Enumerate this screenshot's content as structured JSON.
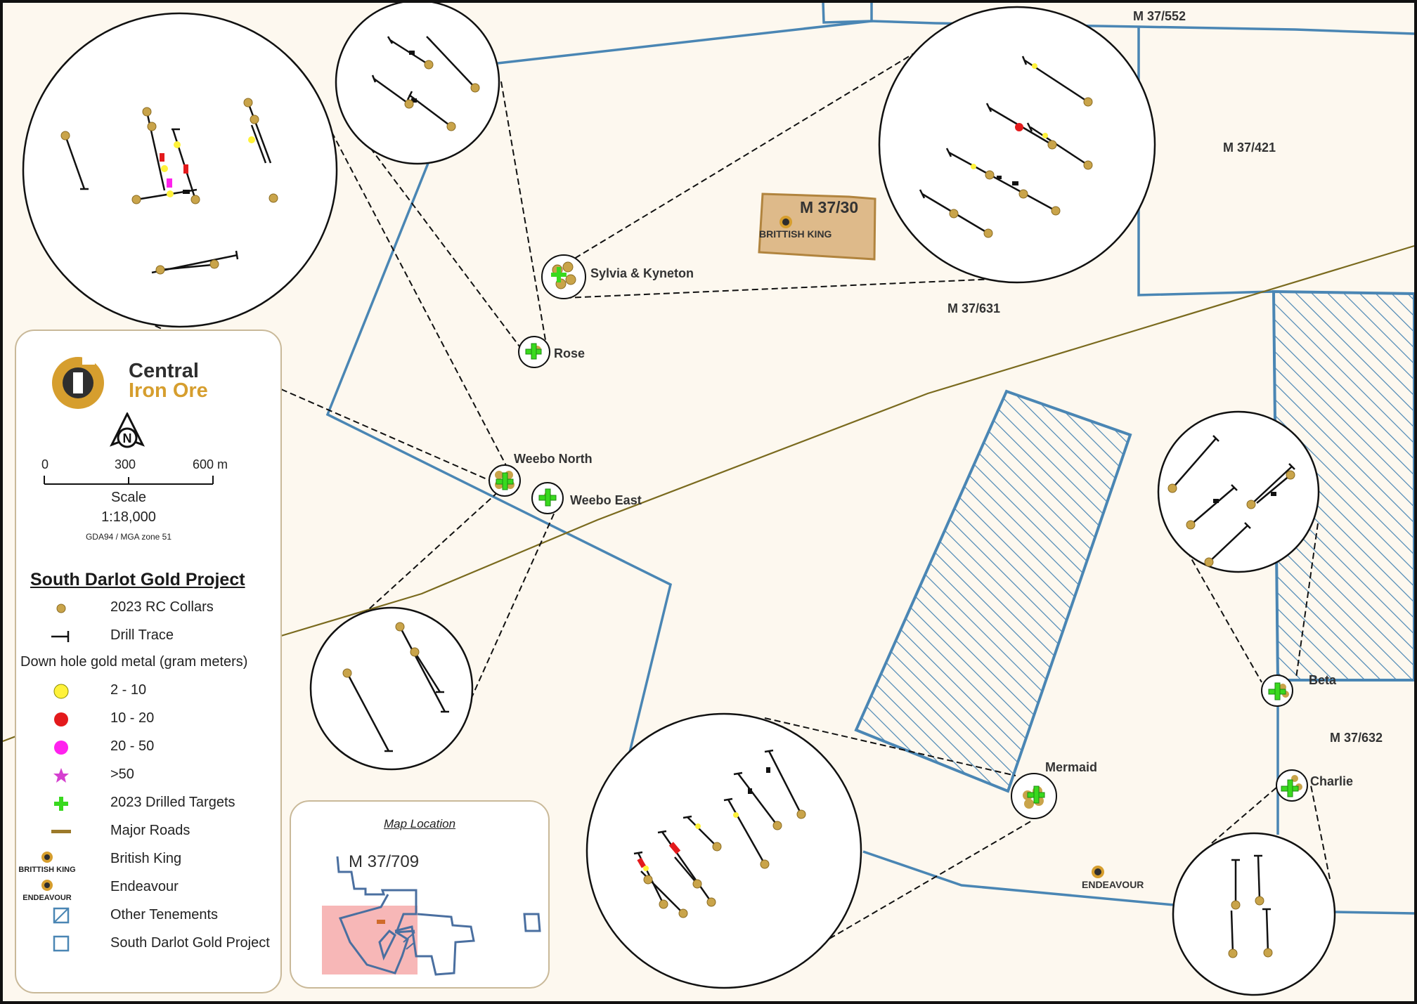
{
  "colors": {
    "background": "#fdf8ef",
    "tenement_line": "#4a86b4",
    "road": "#7a6a1e",
    "collar": "#c9a44a",
    "grade_2_10": "#fff23a",
    "grade_10_20": "#e31a1c",
    "grade_20_50": "#ff22ee",
    "grade_gt50": "#d53fd0",
    "target": "#39d91f",
    "british_king_fill": "#deba8a",
    "brand_orange": "#d69e2e",
    "inset_pink": "#f7b7b7"
  },
  "tenement_labels": {
    "m37_552": "M  37/552",
    "m37_421": "M  37/421",
    "m37_30": "M  37/30",
    "m37_631": "M  37/631",
    "m37_632": "M  37/632"
  },
  "sites": {
    "british_king": "BRITTISH KING",
    "sylvia_kyneton": "Sylvia & Kyneton",
    "rose": "Rose",
    "weebo_north": "Weebo North",
    "weebo_east": "Weebo East",
    "mermaid": "Mermaid",
    "beta": "Beta",
    "charlie": "Charlie",
    "endeavour": "ENDEAVOUR"
  },
  "logo": {
    "line1": "Central",
    "line2": "Iron Ore",
    "north_letter": "N"
  },
  "scale_bar": {
    "ticks": [
      "0",
      "300",
      "600 m"
    ],
    "title": "Scale",
    "ratio": "1:18,000",
    "projection": "GDA94 / MGA zone 51"
  },
  "legend": {
    "title": "South Darlot Gold Project",
    "collars": "2023 RC Collars",
    "drill_trace": "Drill Trace",
    "gold_heading": "Down hole gold metal (gram meters)",
    "grade_1": "2 - 10",
    "grade_2": "10 - 20",
    "grade_3": "20 - 50",
    "grade_4": ">50",
    "targets": "2023 Drilled Targets",
    "roads": "Major Roads",
    "british_king": "British King",
    "british_king_icon_text": "BRITTISH KING",
    "endeavour": "Endeavour",
    "endeavour_icon_text": "ENDEAVOUR",
    "other_tenements": "Other Tenements",
    "project_tenements": "South Darlot Gold Project"
  },
  "inset": {
    "title": "Map Location",
    "tenement": "M  37/709"
  }
}
